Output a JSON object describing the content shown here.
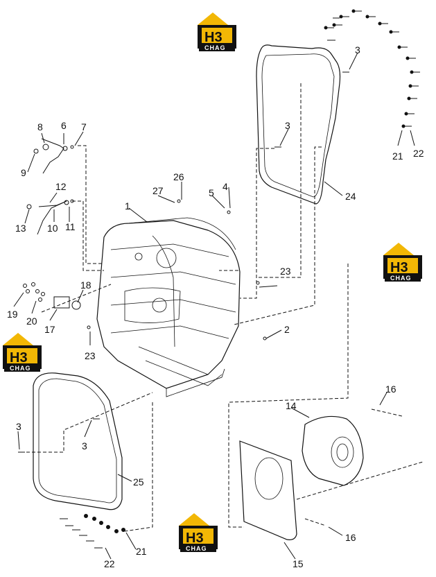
{
  "logo": {
    "mark": "H3",
    "brand": "CHAG"
  },
  "labels": {
    "l1": "1",
    "l2": "2",
    "l3a": "3",
    "l3b": "3",
    "l3c": "3",
    "l3d": "3",
    "l4": "4",
    "l5": "5",
    "l6": "6",
    "l7": "7",
    "l8": "8",
    "l9": "9",
    "l10": "10",
    "l11": "11",
    "l12": "12",
    "l13": "13",
    "l14": "14",
    "l15": "15",
    "l16a": "16",
    "l16b": "16",
    "l17": "17",
    "l18": "18",
    "l19": "19",
    "l20": "20",
    "l21a": "21",
    "l21b": "21",
    "l22a": "22",
    "l22b": "22",
    "l23a": "23",
    "l23b": "23",
    "l24": "24",
    "l25": "25",
    "l26": "26",
    "l27": "27"
  }
}
